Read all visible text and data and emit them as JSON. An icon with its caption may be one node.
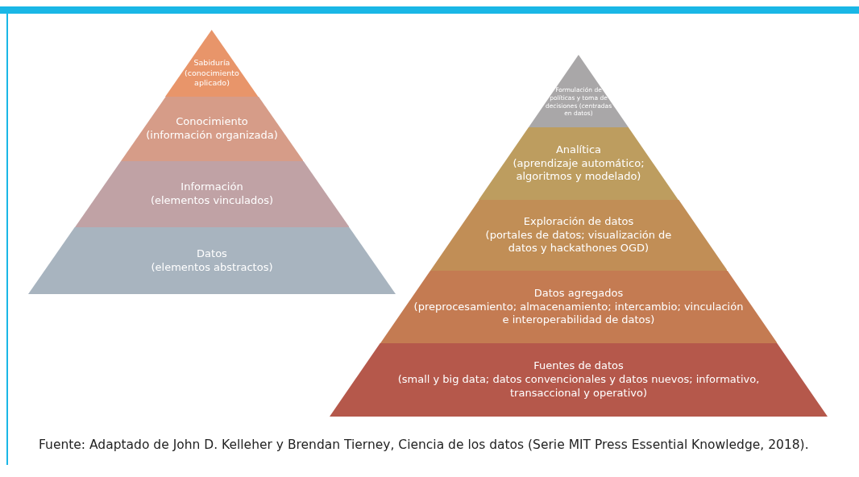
{
  "diagram": {
    "caption": "Fuente: Adaptado de John D. Kelleher y Brendan Tierney, Ciencia de los datos (Serie MIT Press Essential Knowledge, 2018).",
    "nodes": [
      {
        "text": [
          "Sabiduría (conocimiento aplicado)"
        ]
      },
      {
        "text": [
          "Conocimiento",
          "(información organizada)"
        ]
      },
      {
        "text": [
          "Información",
          "(elementos vinculados)"
        ]
      },
      {
        "text": [
          "Datos",
          "(elementos abstractos)"
        ]
      },
      {
        "text": [
          "Formulación de políticas y toma de decisiones (centradas en datos)"
        ]
      },
      {
        "text": [
          "Analítica",
          "(aprendizaje automático; algoritmos y modelado)"
        ]
      },
      {
        "text": [
          "Exploración de datos",
          "(portales de datos; visualización de datos y hackathones OGD)"
        ]
      },
      {
        "text": [
          "Datos agregados",
          "(preprocesamiento; almacenamiento; intercambio; vinculación e interoperabilidad de datos)"
        ]
      },
      {
        "text": [
          "Fuentes de datos",
          "(small y big data; datos convencionales y datos nuevos; informativo, transaccional y operativo)"
        ]
      }
    ],
    "edges": []
  }
}
